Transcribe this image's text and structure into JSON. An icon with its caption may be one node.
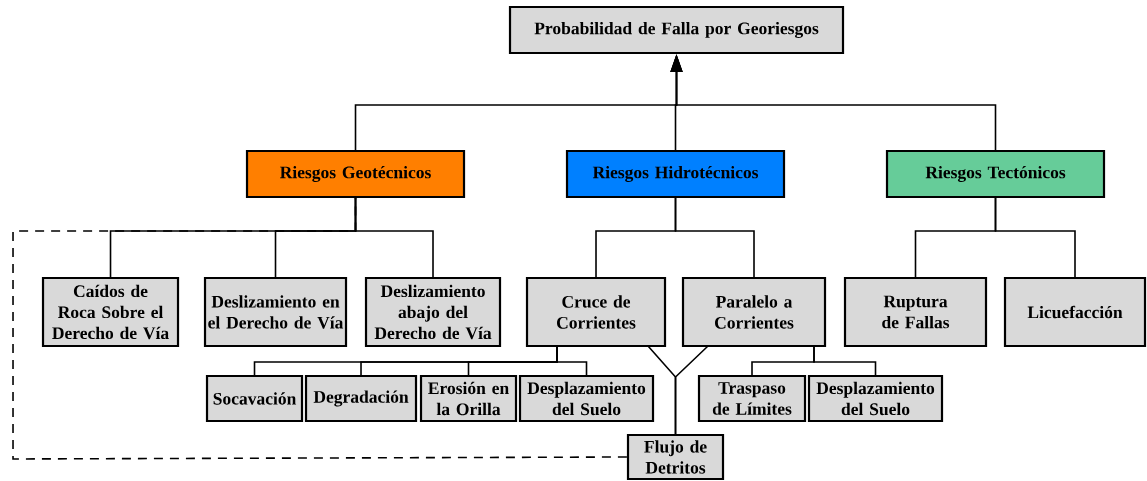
{
  "diagram": {
    "nodes": [
      {
        "text": [
          "Probabilidad de Falla por Georiesgos"
        ]
      },
      {
        "text": [
          "Riesgos Geotécnicos"
        ]
      },
      {
        "text": [
          "Riesgos Hidrotécnicos"
        ]
      },
      {
        "text": [
          "Riesgos Tectónicos"
        ]
      },
      {
        "text": [
          "Caídos de Roca Sobre el Derecho de Vía"
        ]
      },
      {
        "text": [
          "Deslizamiento en el Derecho de Vía"
        ]
      },
      {
        "text": [
          "Deslizamiento abajo del Derecho de Vía"
        ]
      },
      {
        "text": [
          "Cruce de Corrientes"
        ]
      },
      {
        "text": [
          "Paralelo a Corrientes"
        ]
      },
      {
        "text": [
          "Ruptura de Fallas"
        ]
      },
      {
        "text": [
          "Licuefacción"
        ]
      },
      {
        "text": [
          "Socavación"
        ]
      },
      {
        "text": [
          "Degradación"
        ]
      },
      {
        "text": [
          "Erosión en la Orilla"
        ]
      },
      {
        "text": [
          "Desplazamiento del Suelo"
        ]
      },
      {
        "text": [
          "Traspaso de Límites"
        ]
      },
      {
        "text": [
          "Desplazamiento del Suelo"
        ]
      },
      {
        "text": [
          "Flujo de Detritos"
        ]
      }
    ],
    "edges": [
      {
        "from": 1,
        "to": 0,
        "arrow": "to"
      },
      {
        "from": 2,
        "to": 0,
        "arrow": "to"
      },
      {
        "from": 3,
        "to": 0,
        "arrow": "to"
      },
      {
        "from": 1,
        "to": 4,
        "arrow": "none"
      },
      {
        "from": 1,
        "to": 5,
        "arrow": "none"
      },
      {
        "from": 1,
        "to": 6,
        "arrow": "none"
      },
      {
        "from": 2,
        "to": 7,
        "arrow": "none"
      },
      {
        "from": 2,
        "to": 8,
        "arrow": "none"
      },
      {
        "from": 3,
        "to": 9,
        "arrow": "none"
      },
      {
        "from": 3,
        "to": 10,
        "arrow": "none"
      },
      {
        "from": 7,
        "to": 11,
        "arrow": "none"
      },
      {
        "from": 7,
        "to": 12,
        "arrow": "none"
      },
      {
        "from": 7,
        "to": 13,
        "arrow": "none"
      },
      {
        "from": 7,
        "to": 14,
        "arrow": "none"
      },
      {
        "from": 8,
        "to": 15,
        "arrow": "none"
      },
      {
        "from": 8,
        "to": 16,
        "arrow": "none"
      },
      {
        "from": 7,
        "to": 17,
        "arrow": "none"
      },
      {
        "from": 8,
        "to": 17,
        "arrow": "none"
      },
      {
        "from": 17,
        "to": 1,
        "arrow": "none",
        "style": "dashed"
      }
    ]
  }
}
